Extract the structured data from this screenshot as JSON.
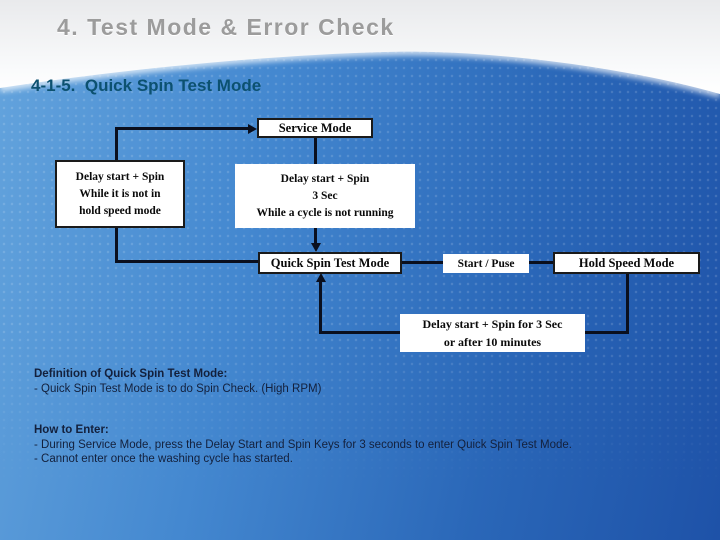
{
  "slide": {
    "title": "4. Test Mode & Error Check",
    "subtitle": "4-1-5.  Quick Spin Test Mode"
  },
  "flowchart": {
    "service_mode": "Service Mode",
    "left_box": {
      "line1": "Delay start + Spin",
      "line2": "While it is not in",
      "line3": "hold speed mode"
    },
    "middle_box": {
      "line1": "Delay start + Spin",
      "line2": "3 Sec",
      "line3": "While a cycle is not running"
    },
    "quick_spin": "Quick Spin Test Mode",
    "start_pause": "Start / Puse",
    "hold_speed": "Hold Speed Mode",
    "loop_box": {
      "line1": "Delay start + Spin for 3 Sec",
      "line2": "or after 10 minutes"
    }
  },
  "definition": {
    "heading": "Definition of Quick Spin Test Mode:",
    "body": "- Quick Spin Test Mode is to do Spin Check. (High RPM)"
  },
  "how_to_enter": {
    "heading": "How to Enter:",
    "line1": "- During Service Mode, press the Delay Start and Spin Keys for 3 seconds to enter Quick Spin Test Mode.",
    "line2": "- Cannot enter once the washing cycle has started."
  },
  "colors": {
    "background_blue_light": "#64a4dd",
    "background_blue_dark": "#1e52a8",
    "title_gray": "#9c9c9c",
    "subtitle_teal": "#0c5170",
    "body_navy": "#13203c",
    "box_fill": "#ffffff",
    "line_black": "#0a0f1e"
  }
}
